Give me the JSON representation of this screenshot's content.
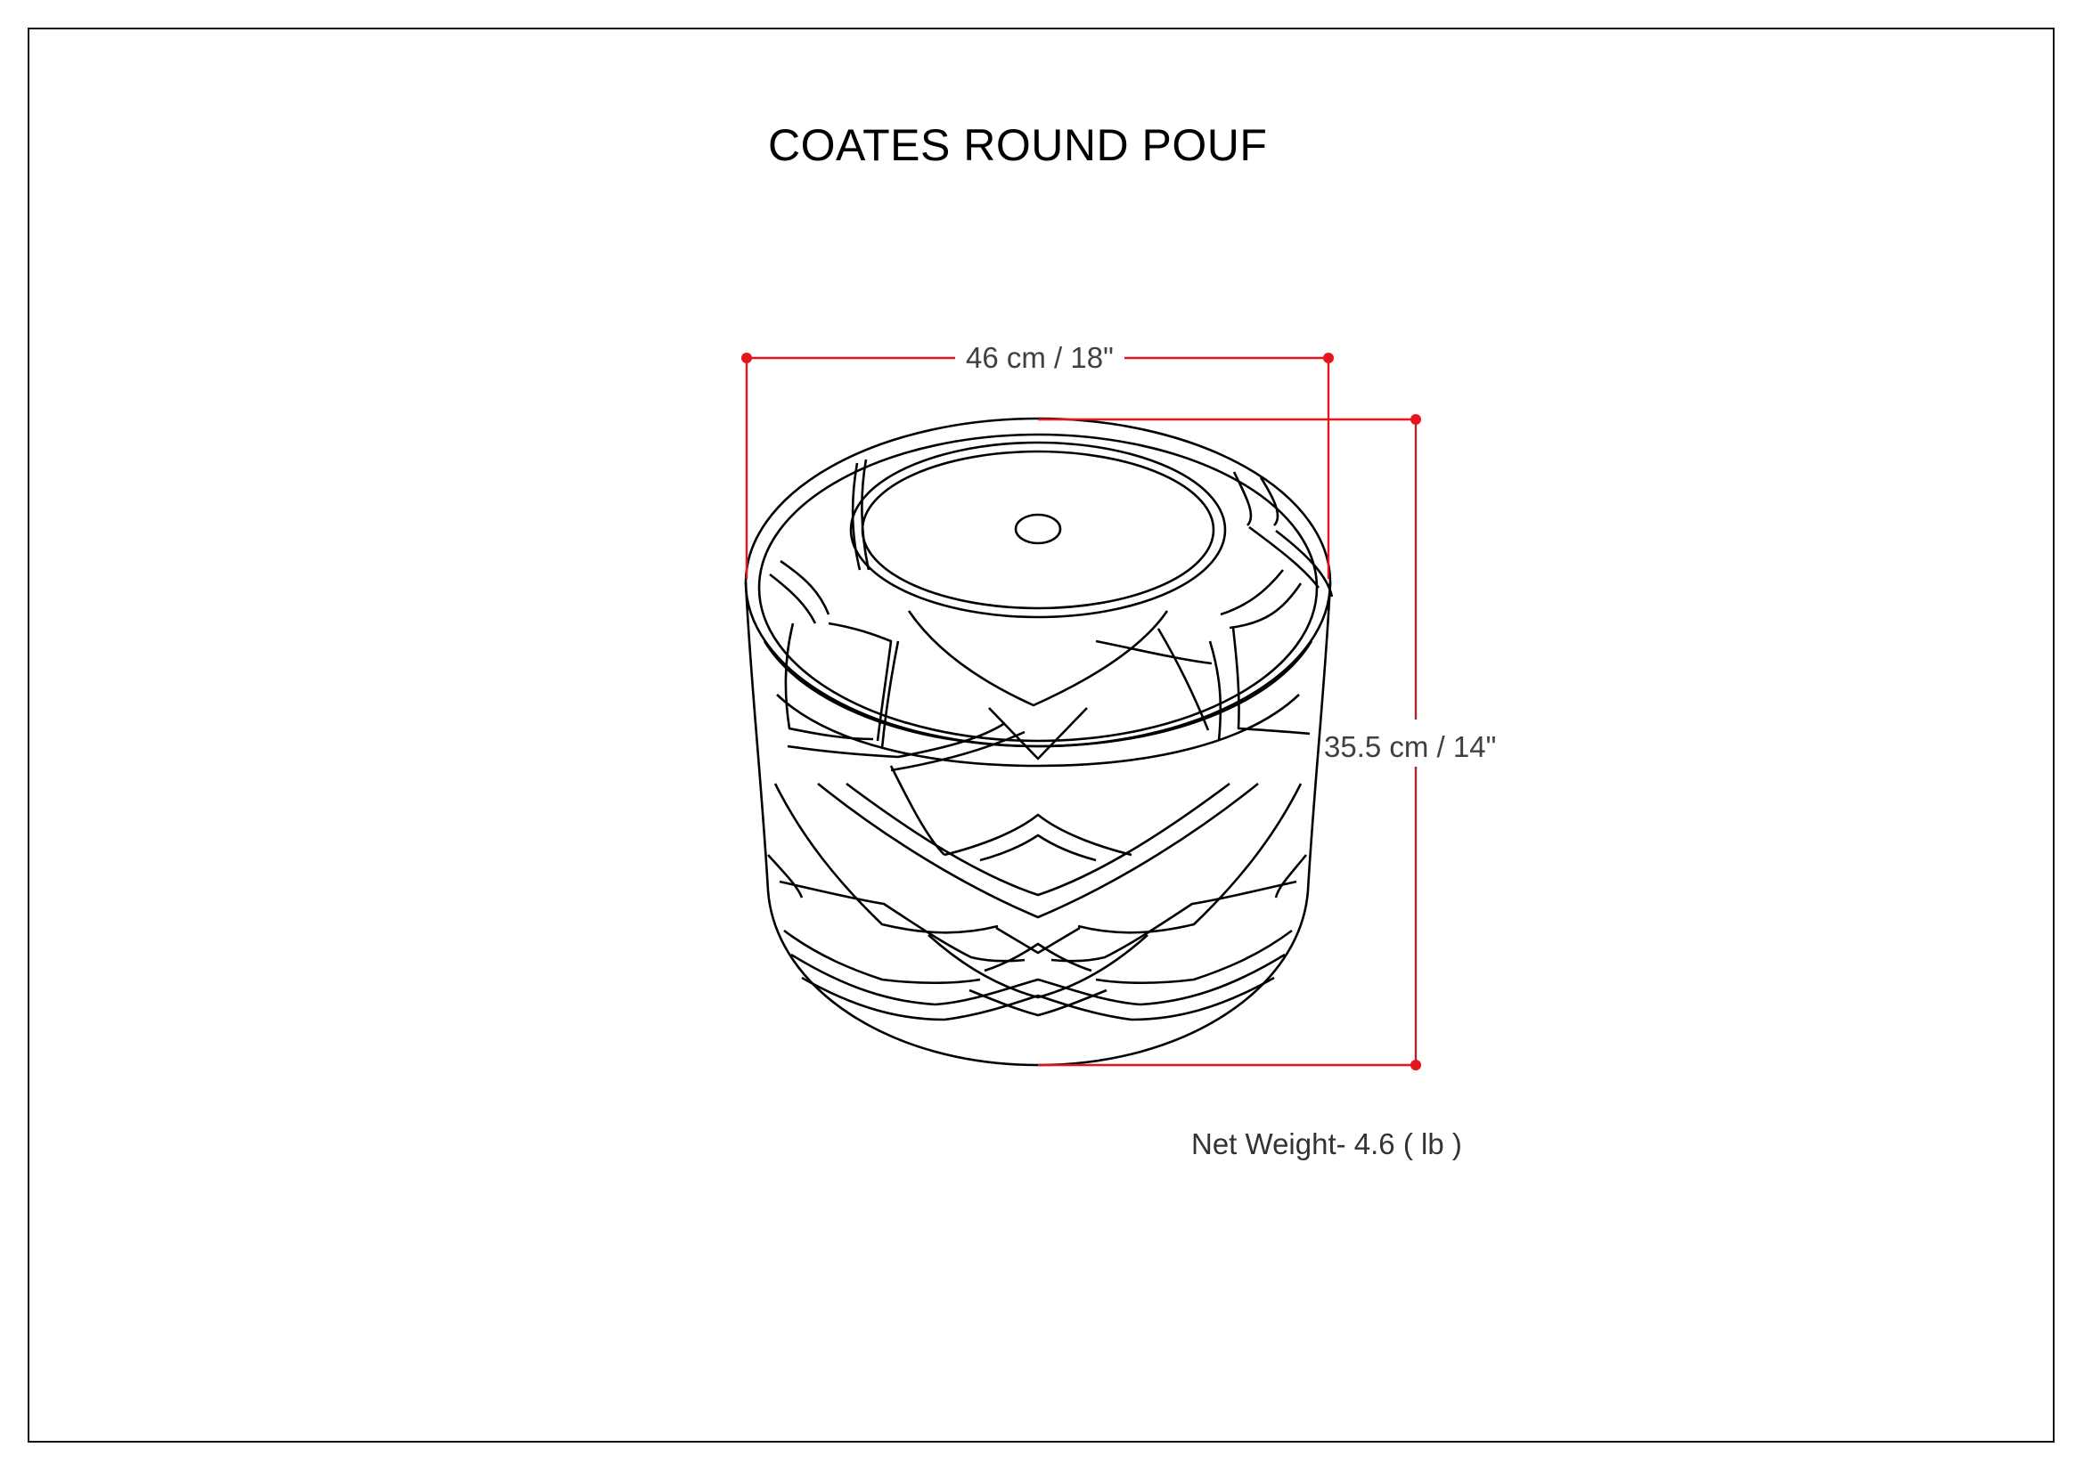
{
  "diagram": {
    "title": "COATES ROUND POUF",
    "dimensions": {
      "width_label": "46 cm / 18\"",
      "height_label": "35.5 cm / 14\""
    },
    "net_weight_label": "Net Weight- 4.6 ( lb )"
  },
  "colors": {
    "dimension_line": "#e8141b",
    "dimension_text": "#404040",
    "outline": "#000000",
    "frame": "#111111",
    "background": "#ffffff"
  }
}
